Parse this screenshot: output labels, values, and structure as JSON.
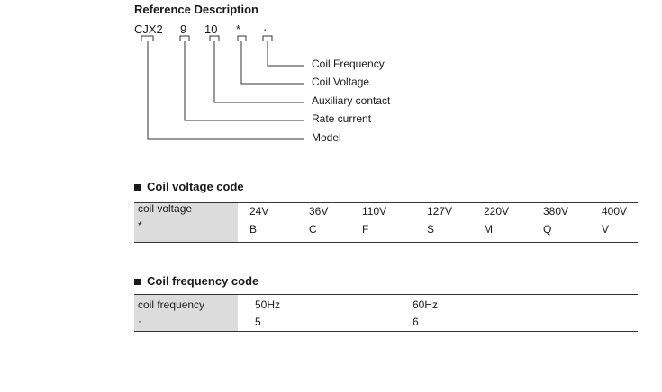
{
  "reference": {
    "title": "Reference Description",
    "codes": [
      "CJX2",
      "9",
      "10",
      "*",
      "·"
    ],
    "labels": [
      "Coil Frequency",
      "Coil  Voltage",
      "Auxiliary contact",
      "Rate current",
      "Model"
    ]
  },
  "voltage_section": {
    "title": "Coil voltage code",
    "row1": {
      "header": "coil voltage",
      "values": [
        "24V",
        "36V",
        "110V",
        "127V",
        "220V",
        "380V",
        "400V"
      ]
    },
    "row2": {
      "header": "*",
      "values": [
        "B",
        "C",
        "F",
        "S",
        "M",
        "Q",
        "V"
      ]
    }
  },
  "frequency_section": {
    "title": "Coil frequency code",
    "row1": {
      "header": "coil frequency",
      "values": [
        "50Hz",
        "60Hz"
      ]
    },
    "row2": {
      "header": "·",
      "values": [
        "5",
        "6"
      ]
    }
  }
}
